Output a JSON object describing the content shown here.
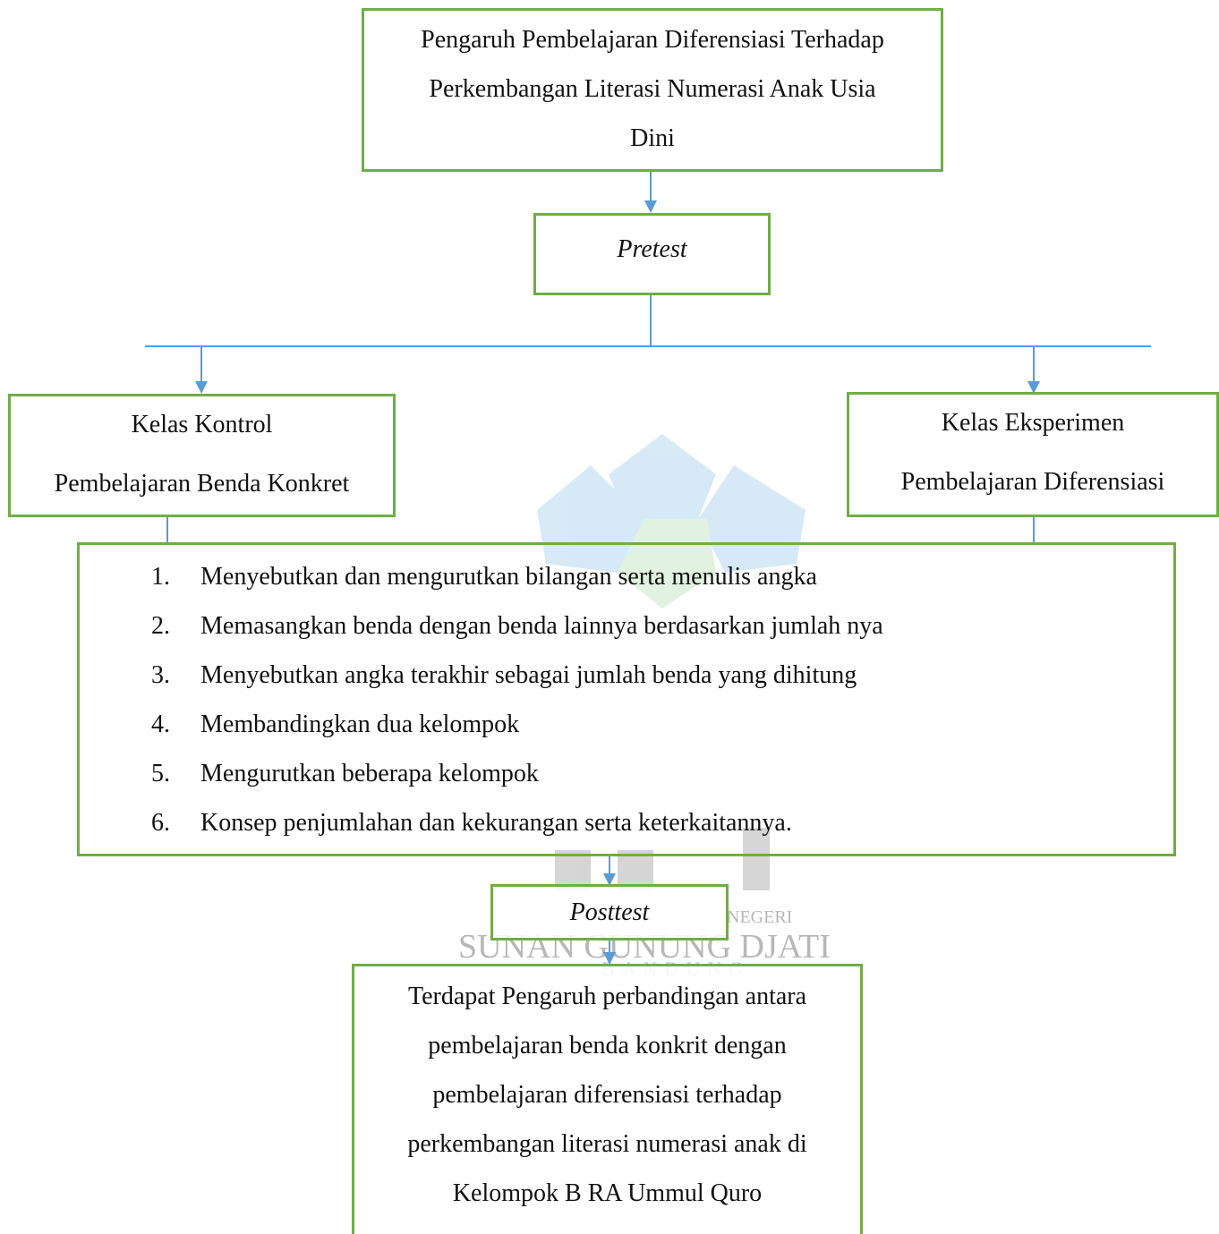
{
  "title_box": {
    "lines": [
      "Pengaruh Pembelajaran Diferensiasi Terhadap",
      "Perkembangan Literasi Numerasi Anak Usia",
      "Dini"
    ]
  },
  "pretest": {
    "label": "Pretest"
  },
  "kelas_kontrol": {
    "heading": "Kelas Kontrol",
    "method": "Pembelajaran Benda Konkret"
  },
  "kelas_eksperimen": {
    "heading": "Kelas Eksperimen",
    "method": "Pembelajaran Diferensiasi"
  },
  "indicators": [
    {
      "num": "1.",
      "text": "Menyebutkan dan mengurutkan bilangan serta menulis angka"
    },
    {
      "num": "2.",
      "text": "Memasangkan benda dengan benda lainnya berdasarkan jumlah nya"
    },
    {
      "num": "3.",
      "text": "Menyebutkan angka terakhir sebagai jumlah benda yang dihitung"
    },
    {
      "num": "4.",
      "text": "Membandingkan dua kelompok"
    },
    {
      "num": "5.",
      "text": "Mengurutkan beberapa kelompok"
    },
    {
      "num": "6.",
      "text": "Konsep penjumlahan dan kekurangan serta keterkaitannya."
    }
  ],
  "posttest": {
    "label": "Posttest"
  },
  "result_box": {
    "lines": [
      "Terdapat Pengaruh perbandingan antara",
      "pembelajaran benda konkrit dengan",
      "pembelajaran diferensiasi terhadap",
      "perkembangan literasi numerasi anak di",
      "Kelompok B RA Ummul Quro"
    ]
  },
  "watermark": {
    "line1": "NEGERI",
    "line2": "SUNAN GUNUNG DJATI",
    "line3": "BANDUNG"
  },
  "colors": {
    "box_border": "#70ad47",
    "connector": "#5b9bd5"
  }
}
